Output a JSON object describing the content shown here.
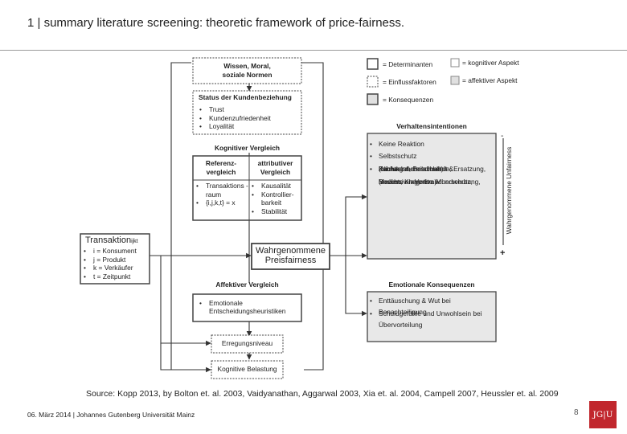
{
  "header": {
    "title": "1 | summary literature screening: theoretic framework of price-fairness."
  },
  "legend": {
    "determinanten": "= Determinanten",
    "einflussfaktoren": "= Einflussfaktoren",
    "konsequenzen": "= Konsequenzen",
    "kognitiv": "= kognitiver Aspekt",
    "affektiv": "= affektiver Aspekt"
  },
  "diagram": {
    "wissen_line1": "Wissen, Moral,",
    "wissen_line2": "soziale Normen",
    "status_title": "Status der Kundenbeziehung",
    "status_items": [
      "Trust",
      "Kundenzufriedenheit",
      "Loyalität"
    ],
    "kognitiver_vergleich": "Kognitiver Vergleich",
    "referenz_line1": "Referenz-",
    "referenz_line2": "vergleich",
    "attributiver_line1": "attributiver",
    "attributiver_line2": "Vergleich",
    "referenz_items": [
      "Transaktions -raum",
      "{i,j,k,t} = x"
    ],
    "attributiver_items": [
      "Kausalität",
      "Kontrollier- barkeit",
      "Stabilität"
    ],
    "transaktion_title": "Transaktion",
    "transaktion_sub": "ijkt",
    "transaktion_items": [
      "i = Konsument",
      "j = Produkt",
      "k = Verkäufer",
      "t = Zeitpunkt"
    ],
    "wahrgenommene_line1": "Wahrgenommene",
    "wahrgenommene_line2": "Preisfairness",
    "affektiver_vergleich": "Affektiver Vergleich",
    "emotionale_line1": "Emotionale",
    "emotionale_line2": "Entscheidungsheuristiken",
    "erregungsniveau": "Erregungsniveau",
    "kognitive_belastung": "Kognitive Belastung",
    "verhaltensintentionen": "Verhaltensintentionen",
    "verhaltens_lines": [
      "Keine Reaktion",
      "Selbstschutz",
      "(Nichtkauf, Beschwerde, Ersatzung,",
      "Kaufwahrscheinlichkeit &",
      "Zahlungsbereitschaft)",
      "Rache",
      "(exzessiv negative Mundwerbung,",
      "Berichte an Verbraucherschutz,",
      "Medien, Klage etc.)"
    ],
    "emotionale_konsequenzen": "Emotionale Konsequenzen",
    "emo_kons_lines": [
      "Enttäuschung & Wut bei",
      "Benachteiligung",
      "Schuldgefühle und Unwohlsein bei",
      "Übervorteilung"
    ],
    "axis_label": "Wahrgenommene Unfairness",
    "axis_minus": "-",
    "axis_plus": "+"
  },
  "source": "Source: Kopp 2013, by Bolton et. al. 2003, Vaidyanathan, Aggarwal 2003, Xia et. al. 2004, Campell 2007, Heussler et. al. 2009",
  "footer": {
    "text": "06. März 2014 | Johannes Gutenberg Universität Mainz",
    "page": "8",
    "logo": "JG|U"
  },
  "colors": {
    "box_border": "#555555",
    "shade": "#e6e6e6",
    "logo": "#c1272d"
  }
}
